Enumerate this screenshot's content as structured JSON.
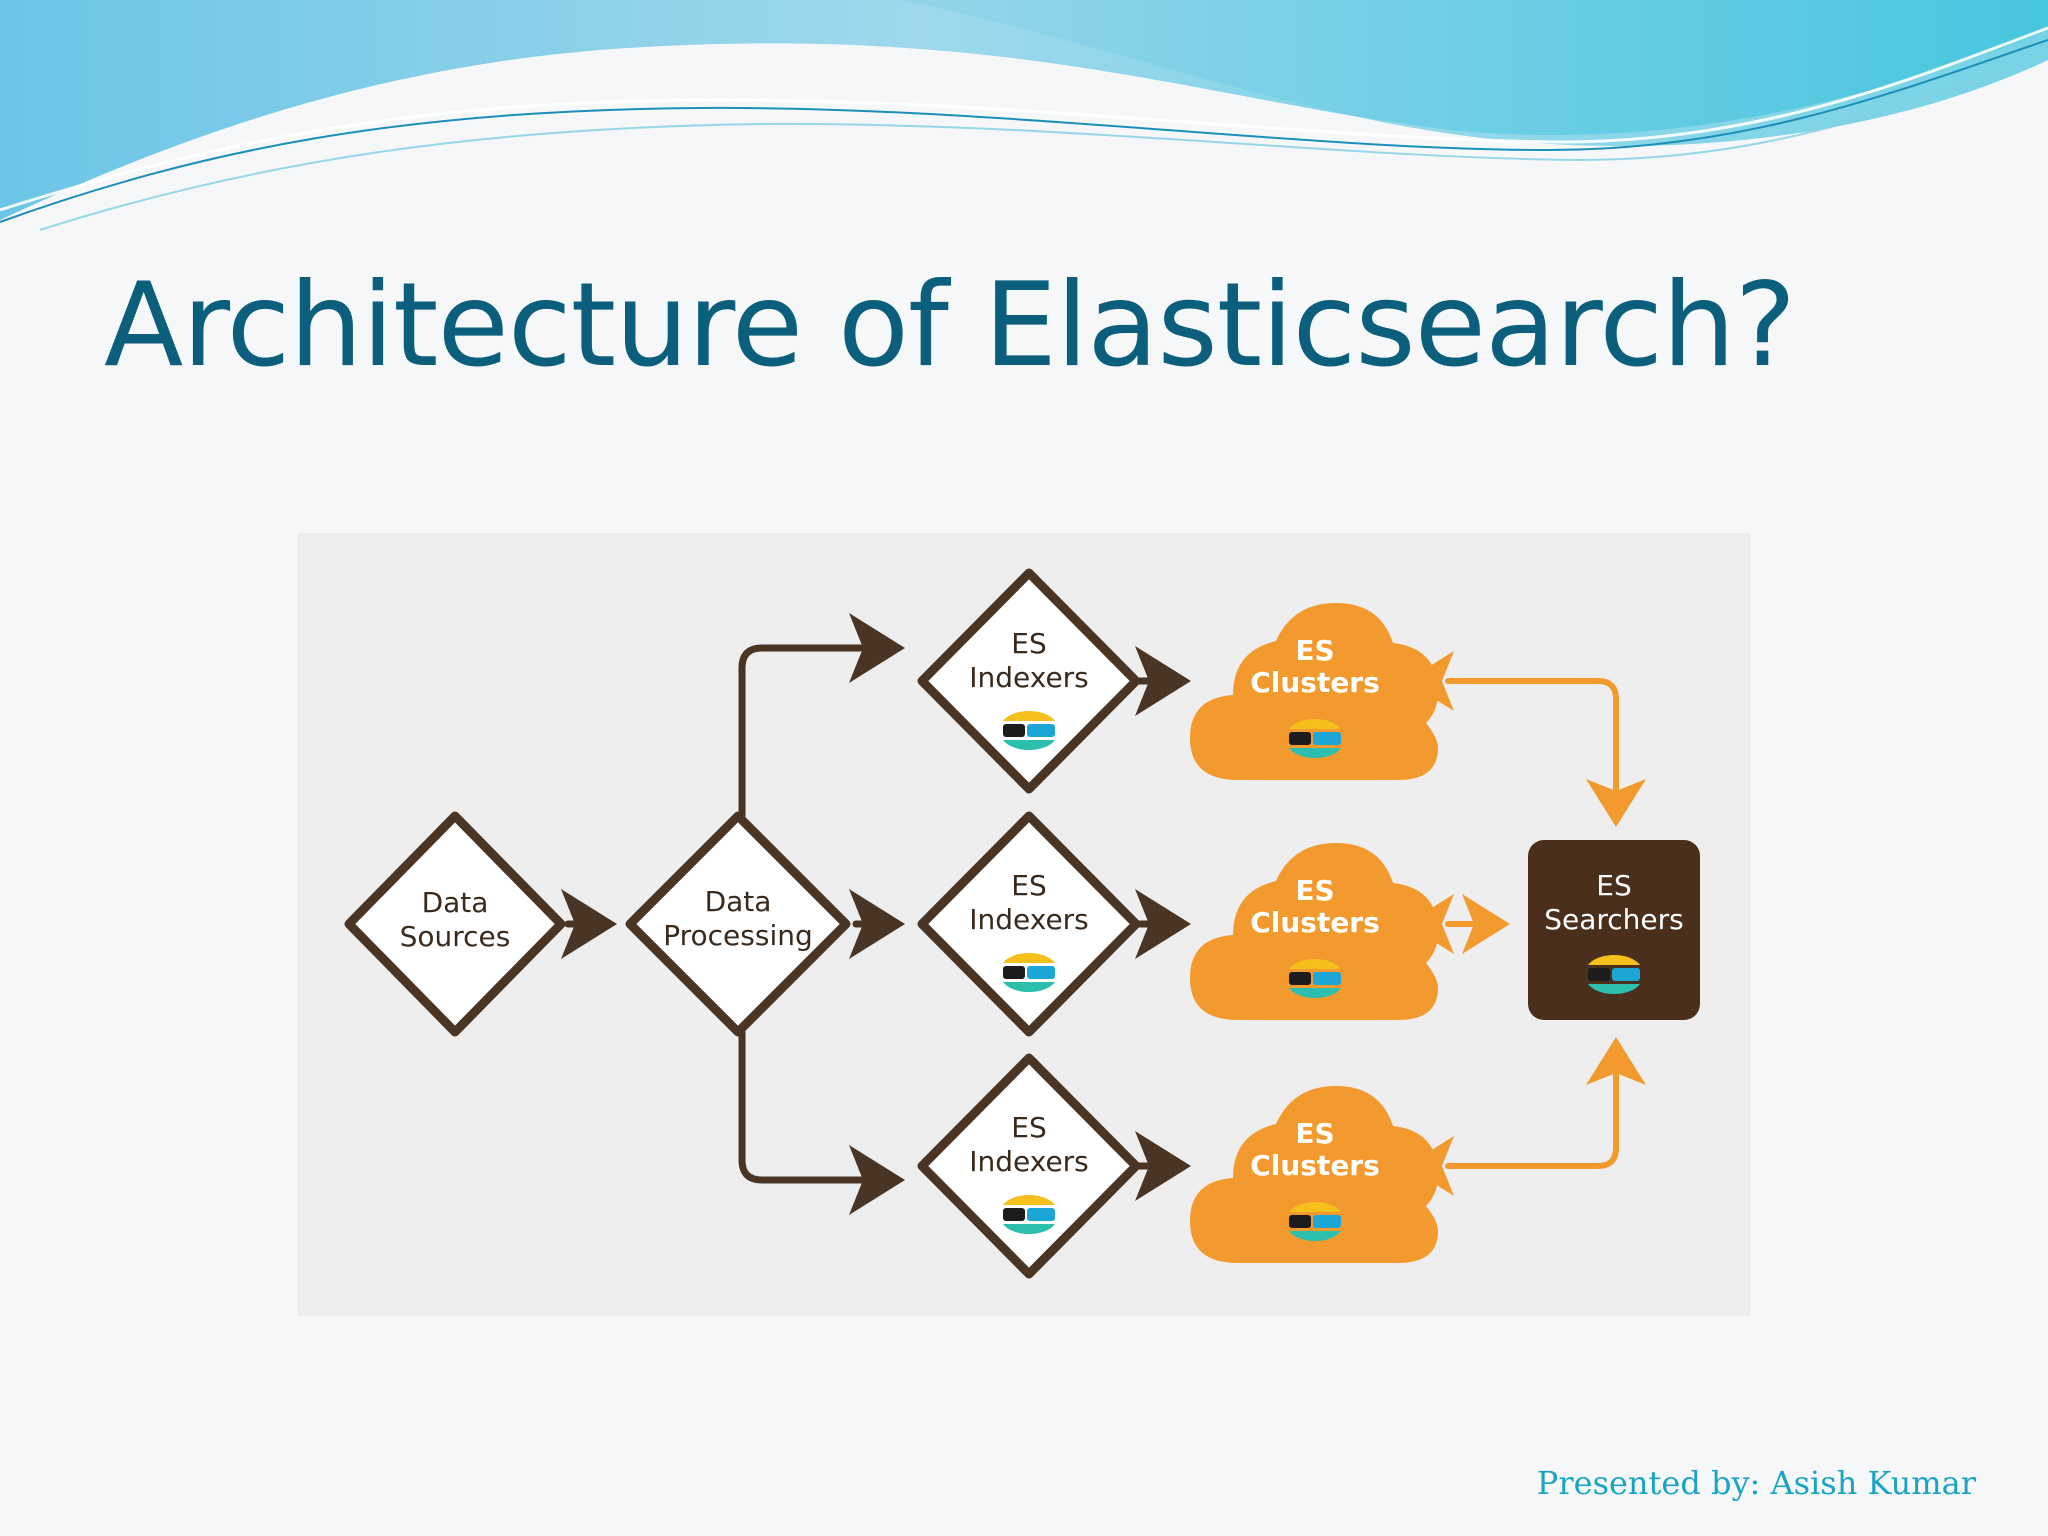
{
  "slide": {
    "title": "Architecture of Elasticsearch?",
    "footer": "Presented by: Asish Kumar"
  },
  "colors": {
    "title": "#0c5f7c",
    "footer": "#1aa4c4",
    "cluster_orange": "#f39a2e",
    "searcher_brown": "#4a2f1c",
    "arrow_brown": "#4a3424",
    "arrow_orange": "#f39a2e",
    "logo_yellow": "#f5bf1c",
    "logo_blue": "#1ba6d6",
    "logo_teal": "#2cbfae"
  },
  "diagram": {
    "data_sources": {
      "line1": "Data",
      "line2": "Sources"
    },
    "data_processing": {
      "line1": "Data",
      "line2": "Processing"
    },
    "indexers": [
      {
        "line1": "ES",
        "line2": "Indexers",
        "icon": "elastic-logo-icon"
      },
      {
        "line1": "ES",
        "line2": "Indexers",
        "icon": "elastic-logo-icon"
      },
      {
        "line1": "ES",
        "line2": "Indexers",
        "icon": "elastic-logo-icon"
      }
    ],
    "clusters": [
      {
        "line1": "ES",
        "line2": "Clusters",
        "icon": "elastic-logo-icon"
      },
      {
        "line1": "ES",
        "line2": "Clusters",
        "icon": "elastic-logo-icon"
      },
      {
        "line1": "ES",
        "line2": "Clusters",
        "icon": "elastic-logo-icon"
      }
    ],
    "searchers": {
      "line1": "ES",
      "line2": "Searchers",
      "icon": "elastic-logo-icon"
    }
  }
}
